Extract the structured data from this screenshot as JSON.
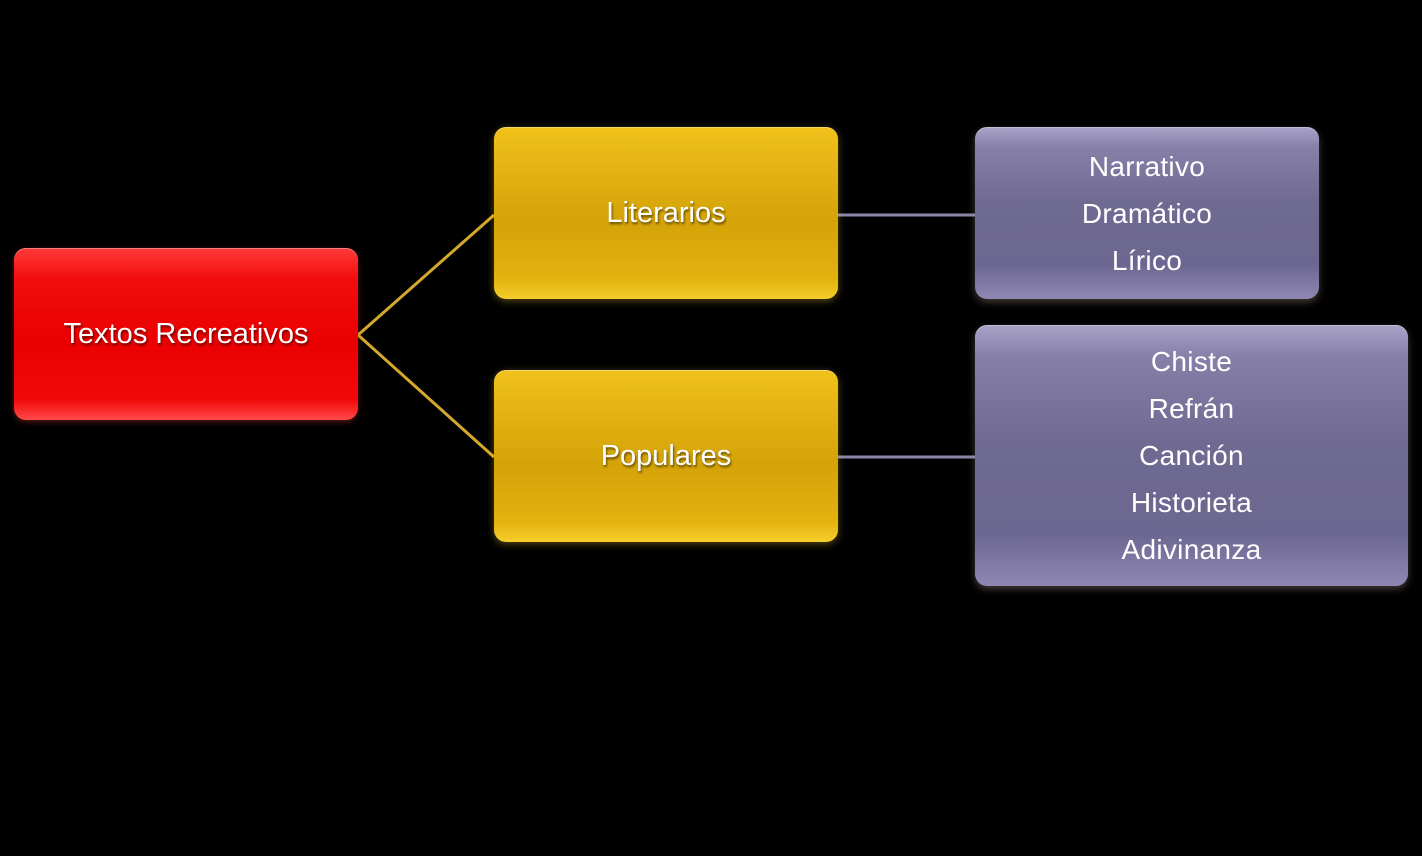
{
  "diagram": {
    "root": {
      "label": "Textos Recreativos"
    },
    "branches": [
      {
        "label": "Literarios",
        "items": [
          "Narrativo",
          "Dramático",
          "Lírico"
        ]
      },
      {
        "label": "Populares",
        "items": [
          "Chiste",
          "Refrán",
          "Canción",
          "Historieta",
          "Adivinanza"
        ]
      }
    ]
  },
  "colors": {
    "background": "#000000",
    "root": "#ee0000",
    "branch": "#d9a80b",
    "leaf": "#6f6a91",
    "connector_root": "#d4a82a",
    "connector_leaf": "#8a87a8"
  }
}
